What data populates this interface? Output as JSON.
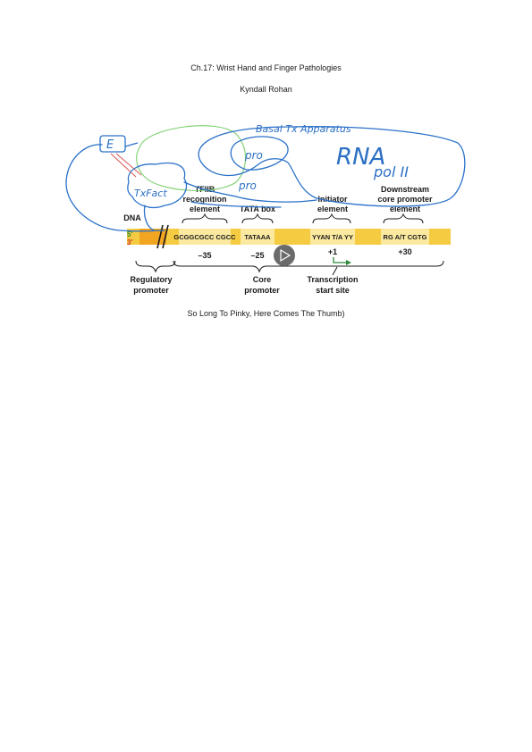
{
  "header": {
    "title": "Ch.17: Wrist Hand and Finger Pathologies",
    "author": "Kyndall Rohan"
  },
  "figure": {
    "dna_label": "DNA",
    "strand_5": "5′",
    "strand_3": "3′",
    "elements": [
      {
        "label_lines": [
          "TFIIB",
          "recognition",
          "element"
        ],
        "sequence": "GCGGCGCC CGCC",
        "position": "–35"
      },
      {
        "label_lines": [
          "TATA box"
        ],
        "sequence": "TATAAA",
        "position": "–25"
      },
      {
        "label_lines": [
          "Initiator",
          "element"
        ],
        "sequence": "YYAN T/A YY",
        "position": "+1"
      },
      {
        "label_lines": [
          "Downstream",
          "core promoter",
          "element"
        ],
        "sequence": "RG A/T CGTG",
        "position": "+30"
      }
    ],
    "bottom_labels": {
      "regulatory": [
        "Regulatory",
        "promoter"
      ],
      "core": [
        "Core",
        "promoter"
      ],
      "tss": [
        "Transcription",
        "start site"
      ]
    },
    "annotations": {
      "basal": "Basal Tx Apparatus",
      "rna": "RNA",
      "pol": "pol II",
      "e": "E",
      "txfact": "TxFact",
      "pro1": "pro",
      "pro2": "pro"
    }
  },
  "footer": {
    "caption": "So Long To Pinky, Here Comes The Thumb)"
  },
  "colors": {
    "ink": "#2b72c9",
    "dna_yellow": "#f7d24a",
    "dna_orange": "#f2a521",
    "play_button": "#6b6b6b"
  }
}
